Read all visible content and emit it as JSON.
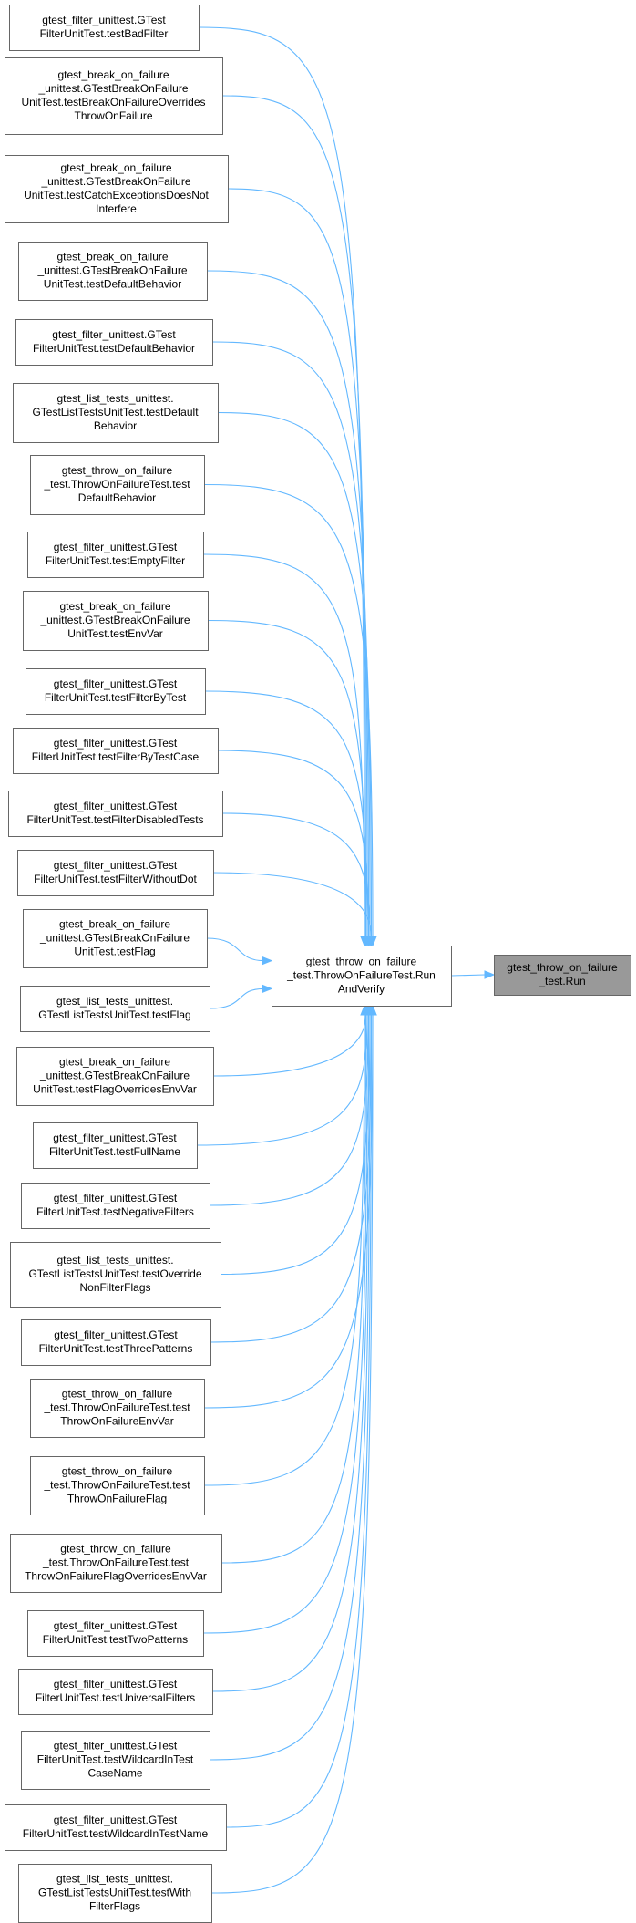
{
  "graph": {
    "colors": {
      "edge": "#63b8ff",
      "node_border": "#666666",
      "node_fill": "#ffffff",
      "highlight_fill": "#999999"
    },
    "nodes": [
      {
        "id": "n0",
        "lines": [
          "gtest_filter_unittest.GTest",
          "FilterUnitTest.testBadFilter"
        ]
      },
      {
        "id": "n1",
        "lines": [
          "gtest_break_on_failure",
          "_unittest.GTestBreakOnFailure",
          "UnitTest.testBreakOnFailureOverrides",
          "ThrowOnFailure"
        ]
      },
      {
        "id": "n2",
        "lines": [
          "gtest_break_on_failure",
          "_unittest.GTestBreakOnFailure",
          "UnitTest.testCatchExceptionsDoesNot",
          "Interfere"
        ]
      },
      {
        "id": "n3",
        "lines": [
          "gtest_break_on_failure",
          "_unittest.GTestBreakOnFailure",
          "UnitTest.testDefaultBehavior"
        ]
      },
      {
        "id": "n4",
        "lines": [
          "gtest_filter_unittest.GTest",
          "FilterUnitTest.testDefaultBehavior"
        ]
      },
      {
        "id": "n5",
        "lines": [
          "gtest_list_tests_unittest.",
          "GTestListTestsUnitTest.testDefault",
          "Behavior"
        ]
      },
      {
        "id": "n6",
        "lines": [
          "gtest_throw_on_failure",
          "_test.ThrowOnFailureTest.test",
          "DefaultBehavior"
        ]
      },
      {
        "id": "n7",
        "lines": [
          "gtest_filter_unittest.GTest",
          "FilterUnitTest.testEmptyFilter"
        ]
      },
      {
        "id": "n8",
        "lines": [
          "gtest_break_on_failure",
          "_unittest.GTestBreakOnFailure",
          "UnitTest.testEnvVar"
        ]
      },
      {
        "id": "n9",
        "lines": [
          "gtest_filter_unittest.GTest",
          "FilterUnitTest.testFilterByTest"
        ]
      },
      {
        "id": "n10",
        "lines": [
          "gtest_filter_unittest.GTest",
          "FilterUnitTest.testFilterByTestCase"
        ]
      },
      {
        "id": "n11",
        "lines": [
          "gtest_filter_unittest.GTest",
          "FilterUnitTest.testFilterDisabledTests"
        ]
      },
      {
        "id": "n12",
        "lines": [
          "gtest_filter_unittest.GTest",
          "FilterUnitTest.testFilterWithoutDot"
        ]
      },
      {
        "id": "n13",
        "lines": [
          "gtest_break_on_failure",
          "_unittest.GTestBreakOnFailure",
          "UnitTest.testFlag"
        ]
      },
      {
        "id": "n14",
        "lines": [
          "gtest_list_tests_unittest.",
          "GTestListTestsUnitTest.testFlag"
        ]
      },
      {
        "id": "n15",
        "lines": [
          "gtest_break_on_failure",
          "_unittest.GTestBreakOnFailure",
          "UnitTest.testFlagOverridesEnvVar"
        ]
      },
      {
        "id": "n16",
        "lines": [
          "gtest_filter_unittest.GTest",
          "FilterUnitTest.testFullName"
        ]
      },
      {
        "id": "n17",
        "lines": [
          "gtest_filter_unittest.GTest",
          "FilterUnitTest.testNegativeFilters"
        ]
      },
      {
        "id": "n18",
        "lines": [
          "gtest_list_tests_unittest.",
          "GTestListTestsUnitTest.testOverride",
          "NonFilterFlags"
        ]
      },
      {
        "id": "n19",
        "lines": [
          "gtest_filter_unittest.GTest",
          "FilterUnitTest.testThreePatterns"
        ]
      },
      {
        "id": "n20",
        "lines": [
          "gtest_throw_on_failure",
          "_test.ThrowOnFailureTest.test",
          "ThrowOnFailureEnvVar"
        ]
      },
      {
        "id": "n21",
        "lines": [
          "gtest_throw_on_failure",
          "_test.ThrowOnFailureTest.test",
          "ThrowOnFailureFlag"
        ]
      },
      {
        "id": "n22",
        "lines": [
          "gtest_throw_on_failure",
          "_test.ThrowOnFailureTest.test",
          "ThrowOnFailureFlagOverridesEnvVar"
        ]
      },
      {
        "id": "n23",
        "lines": [
          "gtest_filter_unittest.GTest",
          "FilterUnitTest.testTwoPatterns"
        ]
      },
      {
        "id": "n24",
        "lines": [
          "gtest_filter_unittest.GTest",
          "FilterUnitTest.testUniversalFilters"
        ]
      },
      {
        "id": "n25",
        "lines": [
          "gtest_filter_unittest.GTest",
          "FilterUnitTest.testWildcardInTest",
          "CaseName"
        ]
      },
      {
        "id": "n26",
        "lines": [
          "gtest_filter_unittest.GTest",
          "FilterUnitTest.testWildcardInTestName"
        ]
      },
      {
        "id": "n27",
        "lines": [
          "gtest_list_tests_unittest.",
          "GTestListTestsUnitTest.testWith",
          "FilterFlags"
        ]
      },
      {
        "id": "mid",
        "lines": [
          "gtest_throw_on_failure",
          "_test.ThrowOnFailureTest.Run",
          "AndVerify"
        ]
      },
      {
        "id": "target",
        "lines": [
          "gtest_throw_on_failure",
          "_test.Run"
        ],
        "highlighted": true
      }
    ],
    "edges": [
      {
        "from": "n0",
        "to": "mid"
      },
      {
        "from": "n1",
        "to": "mid"
      },
      {
        "from": "n2",
        "to": "mid"
      },
      {
        "from": "n3",
        "to": "mid"
      },
      {
        "from": "n4",
        "to": "mid"
      },
      {
        "from": "n5",
        "to": "mid"
      },
      {
        "from": "n6",
        "to": "mid"
      },
      {
        "from": "n7",
        "to": "mid"
      },
      {
        "from": "n8",
        "to": "mid"
      },
      {
        "from": "n9",
        "to": "mid"
      },
      {
        "from": "n10",
        "to": "mid"
      },
      {
        "from": "n11",
        "to": "mid"
      },
      {
        "from": "n12",
        "to": "mid"
      },
      {
        "from": "n13",
        "to": "mid"
      },
      {
        "from": "n14",
        "to": "mid"
      },
      {
        "from": "n15",
        "to": "mid"
      },
      {
        "from": "n16",
        "to": "mid"
      },
      {
        "from": "n17",
        "to": "mid"
      },
      {
        "from": "n18",
        "to": "mid"
      },
      {
        "from": "n19",
        "to": "mid"
      },
      {
        "from": "n20",
        "to": "mid"
      },
      {
        "from": "n21",
        "to": "mid"
      },
      {
        "from": "n22",
        "to": "mid"
      },
      {
        "from": "n23",
        "to": "mid"
      },
      {
        "from": "n24",
        "to": "mid"
      },
      {
        "from": "n25",
        "to": "mid"
      },
      {
        "from": "n26",
        "to": "mid"
      },
      {
        "from": "n27",
        "to": "mid"
      },
      {
        "from": "mid",
        "to": "target"
      }
    ]
  }
}
